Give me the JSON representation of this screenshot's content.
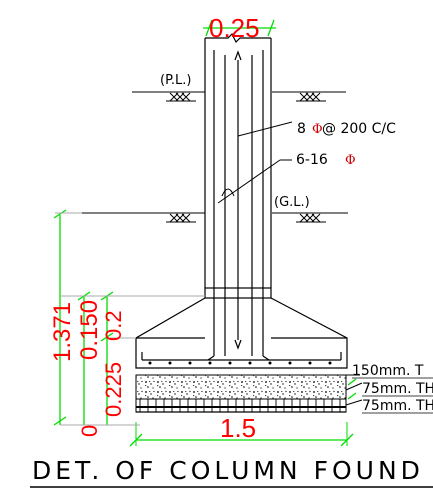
{
  "drawing": {
    "title": "DET. OF COLUMN FOUND",
    "dimensions": {
      "column_width": "0.25",
      "depth_to_base": "1.371",
      "pedestal_height": "0.150",
      "taper_height": "0.2",
      "footing_thickness": "0.225",
      "base_course": "0",
      "footing_width": "1.5"
    },
    "labels": {
      "plinth_level": "(P.L.)",
      "ground_level": "(G.L.)",
      "ties": "8",
      "ties_spacing": "@ 200 C/C",
      "main_bars": "6-16",
      "layer_1": "150mm. T",
      "layer_2": "75mm. TH",
      "layer_3": "75mm. TH"
    },
    "symbols": {
      "bar_symbol": "Φ"
    }
  }
}
